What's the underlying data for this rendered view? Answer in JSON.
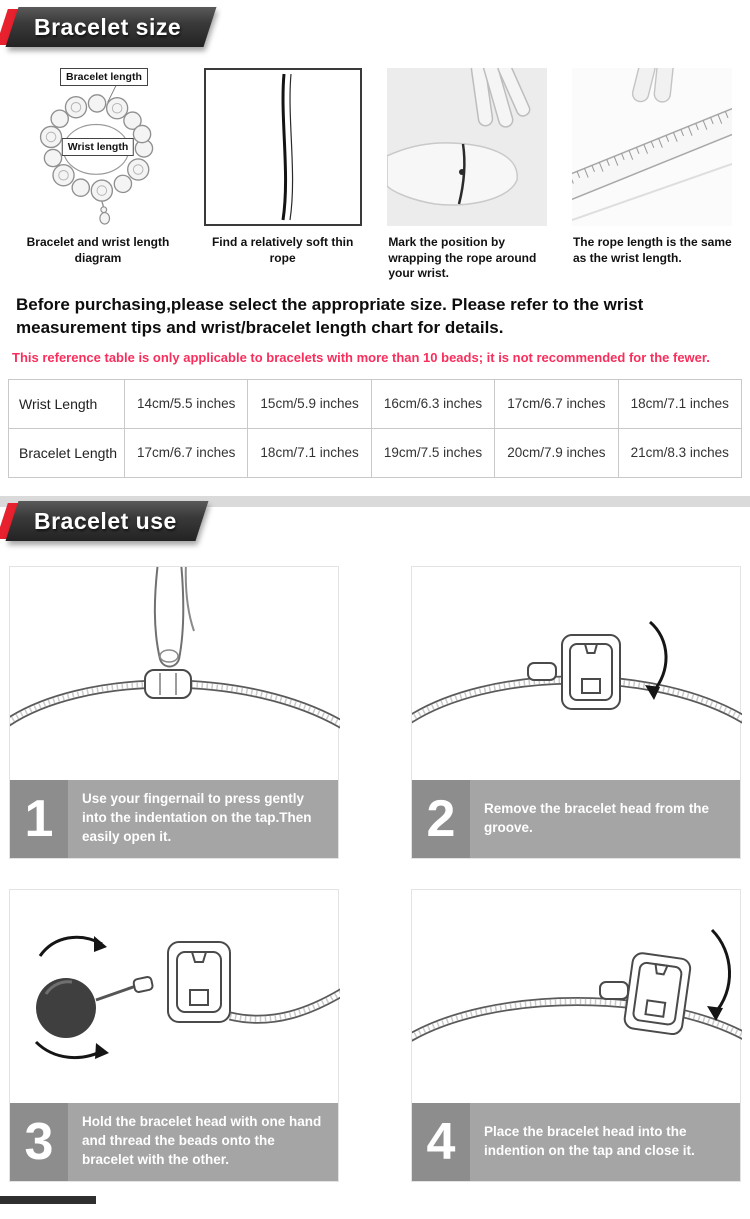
{
  "size_section": {
    "title": "Bracelet size",
    "figures": [
      {
        "caption": "Bracelet and wrist length diagram",
        "label_top": "Bracelet length",
        "label_inner": "Wrist length"
      },
      {
        "caption": "Find a relatively soft thin rope"
      },
      {
        "caption": "Mark the position by wrapping the rope around your wrist."
      },
      {
        "caption": "The rope length is the same as the wrist length."
      }
    ],
    "intro": "Before purchasing,please select the appropriate size. Please refer to the wrist measurement tips and wrist/bracelet length chart for details.",
    "note": "This reference table is only applicable to bracelets with more than 10 beads; it is not recommended for the fewer.",
    "table": {
      "row1": {
        "label": "Wrist Length",
        "values": [
          "14cm/5.5 inches",
          "15cm/5.9 inches",
          "16cm/6.3 inches",
          "17cm/6.7 inches",
          "18cm/7.1 inches"
        ]
      },
      "row2": {
        "label": "Bracelet Length",
        "values": [
          "17cm/6.7 inches",
          "18cm/7.1 inches",
          "19cm/7.5 inches",
          "20cm/7.9 inches",
          "21cm/8.3 inches"
        ]
      }
    }
  },
  "use_section": {
    "title": "Bracelet use",
    "steps": [
      {
        "num": "1",
        "text": "Use your fingernail to press gently into the indentation on the tap.Then easily open it."
      },
      {
        "num": "2",
        "text": "Remove the bracelet head from the groove."
      },
      {
        "num": "3",
        "text": "Hold the bracelet head with one hand and thread the beads onto the bracelet with the other."
      },
      {
        "num": "4",
        "text": "Place the bracelet head into the indention on the tap and close it."
      }
    ]
  },
  "colors": {
    "accent_red": "#e8212e",
    "note_pink": "#f92e5c",
    "ribbon_dark": "#333333",
    "step_bar_gray": "#a5a5a5",
    "step_num_gray": "#8d8d8d"
  }
}
